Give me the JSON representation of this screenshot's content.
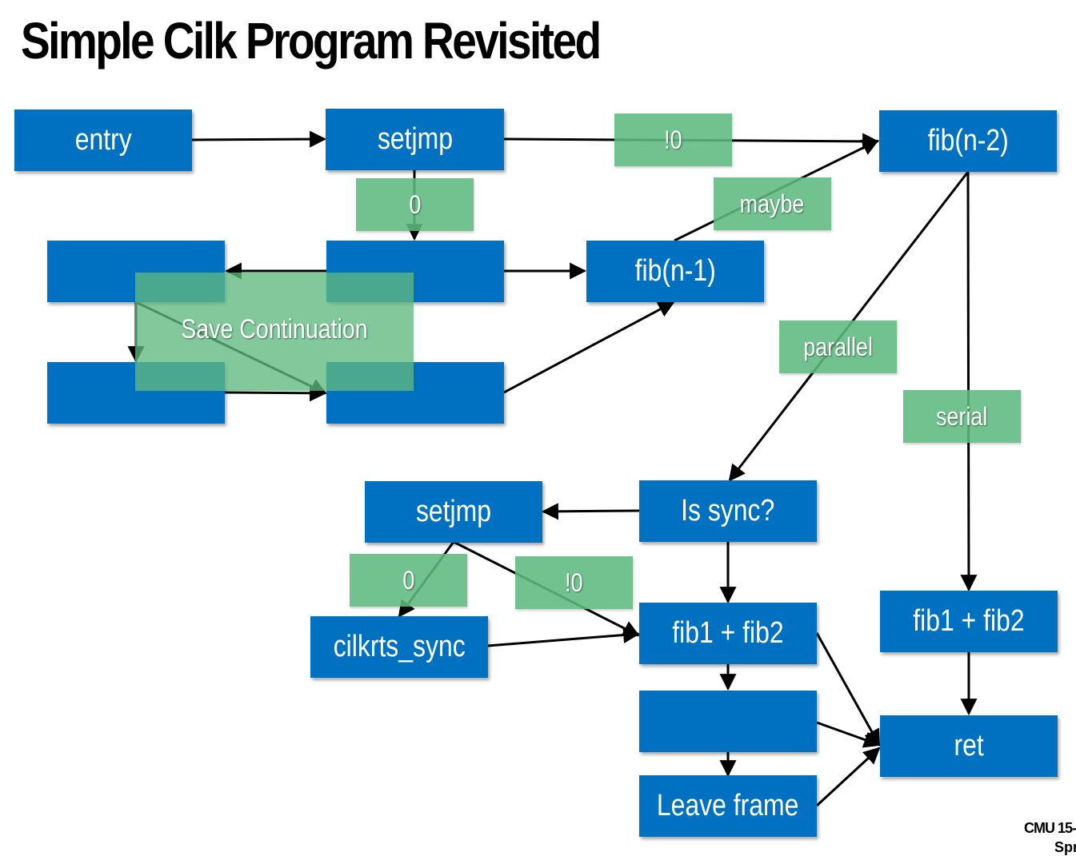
{
  "slide": {
    "title": "Simple Cilk Program Revisited",
    "footer_line1": "CMU 15-",
    "footer_line2": "Spr"
  },
  "colors": {
    "box_blue": "#0070c0",
    "tag_green": "#5eb97f",
    "arrow": "#000000"
  },
  "nodes": {
    "entry": "entry",
    "setjmp_top": "setjmp",
    "fib_n2": "fib(n-2)",
    "blank_a": "",
    "blank_b": "",
    "blank_c": "",
    "blank_d": "",
    "fib_n1": "fib(n-1)",
    "setjmp_bottom": "setjmp",
    "is_sync": "Is sync?",
    "cilkrts_sync": "cilkrts_sync",
    "fib_sum_left": "fib1 + fib2",
    "fib_sum_right": "fib1 + fib2",
    "blank_e": "",
    "leave_frame": "Leave frame",
    "ret": "ret"
  },
  "labels": {
    "not_zero_top": "!0",
    "zero_top": "0",
    "maybe": "maybe",
    "save_continuation": "Save Continuation",
    "parallel": "parallel",
    "serial": "serial",
    "zero_bottom": "0",
    "not_zero_bottom": "!0"
  }
}
